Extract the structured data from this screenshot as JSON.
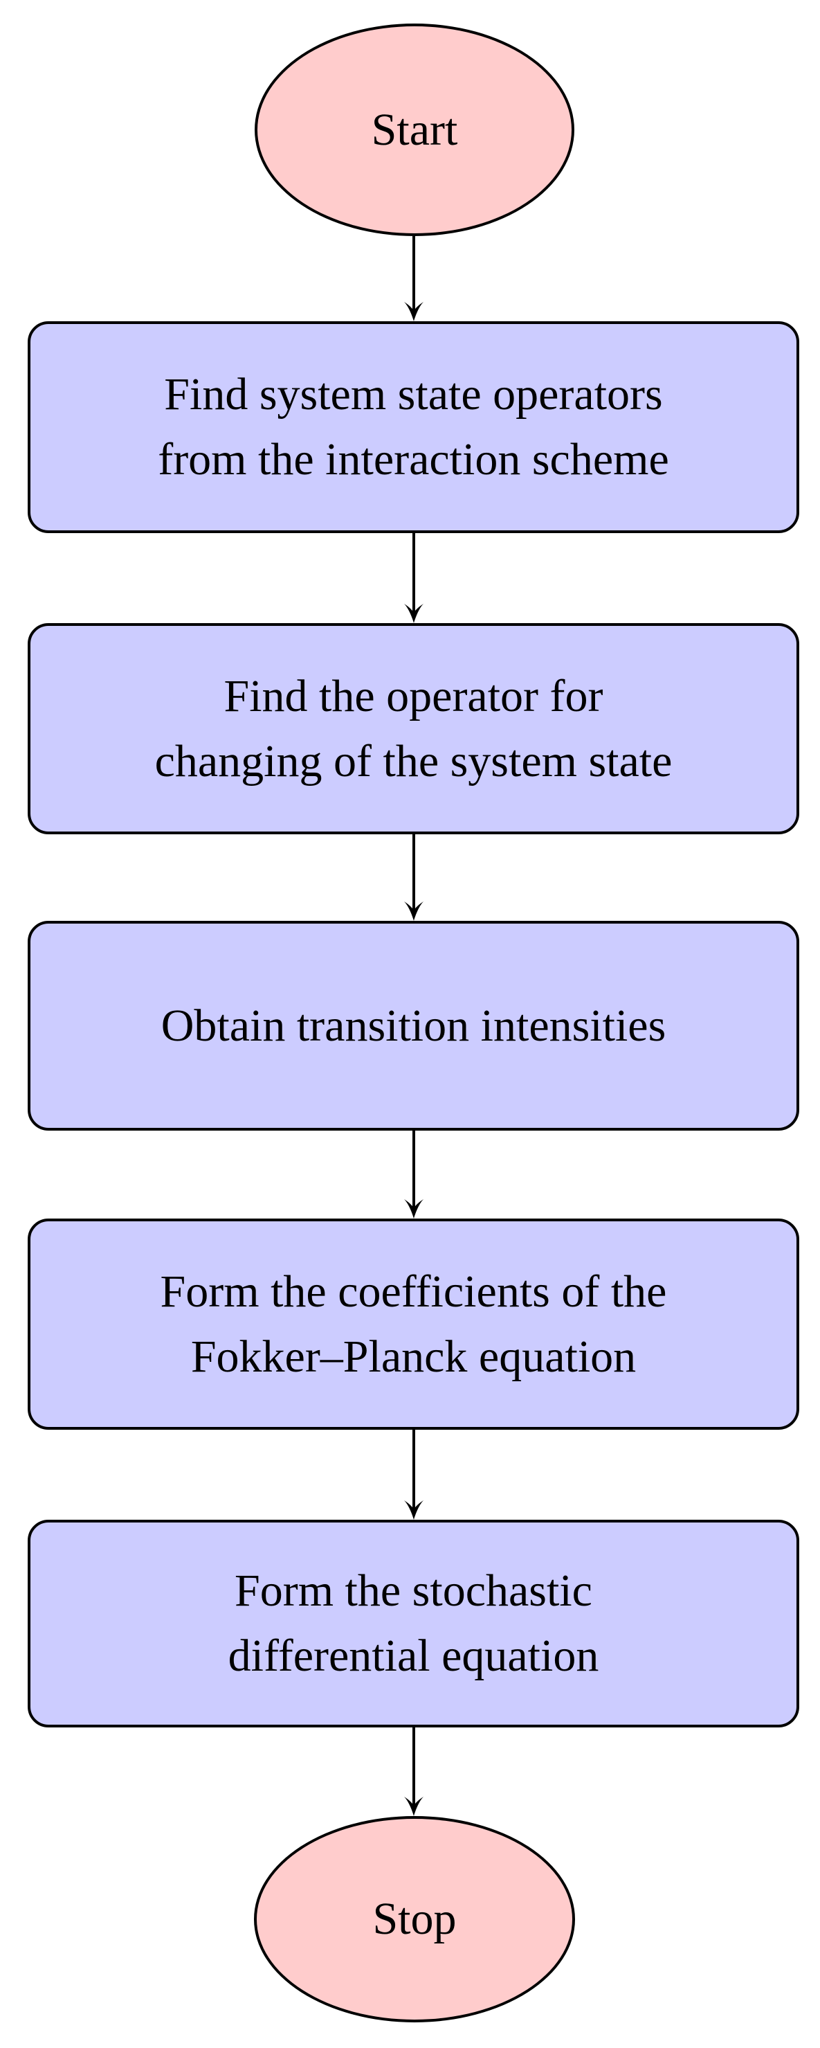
{
  "diagram": {
    "type": "flowchart",
    "background_color": "#ffffff",
    "colors": {
      "terminal_fill": "#ffcccc",
      "process_fill": "#ccccff",
      "stroke": "#000000",
      "text": "#000000"
    },
    "nodes": {
      "start": {
        "shape": "ellipse",
        "label": "Start"
      },
      "steps": [
        {
          "shape": "rounded-rectangle",
          "label": "Find system state operators from the interaction scheme",
          "lines": [
            "Find system state operators",
            "from the interaction scheme"
          ]
        },
        {
          "shape": "rounded-rectangle",
          "label": "Find the operator for changing of the system state",
          "lines": [
            "Find the operator for",
            "changing of the system state"
          ]
        },
        {
          "shape": "rounded-rectangle",
          "label": "Obtain transition intensities",
          "lines": [
            "Obtain transition intensities"
          ]
        },
        {
          "shape": "rounded-rectangle",
          "label": "Form the coefficients of the Fokker–Planck equation",
          "lines": [
            "Form the coefficients of the",
            "Fokker–Planck equation"
          ]
        },
        {
          "shape": "rounded-rectangle",
          "label": "Form the stochastic differential equation",
          "lines": [
            "Form the stochastic",
            "differential equation"
          ]
        }
      ],
      "stop": {
        "shape": "ellipse",
        "label": "Stop"
      }
    },
    "edges": [
      {
        "from": "start",
        "to": "step-1"
      },
      {
        "from": "step-1",
        "to": "step-2"
      },
      {
        "from": "step-2",
        "to": "step-3"
      },
      {
        "from": "step-3",
        "to": "step-4"
      },
      {
        "from": "step-4",
        "to": "step-5"
      },
      {
        "from": "step-5",
        "to": "stop"
      }
    ]
  }
}
